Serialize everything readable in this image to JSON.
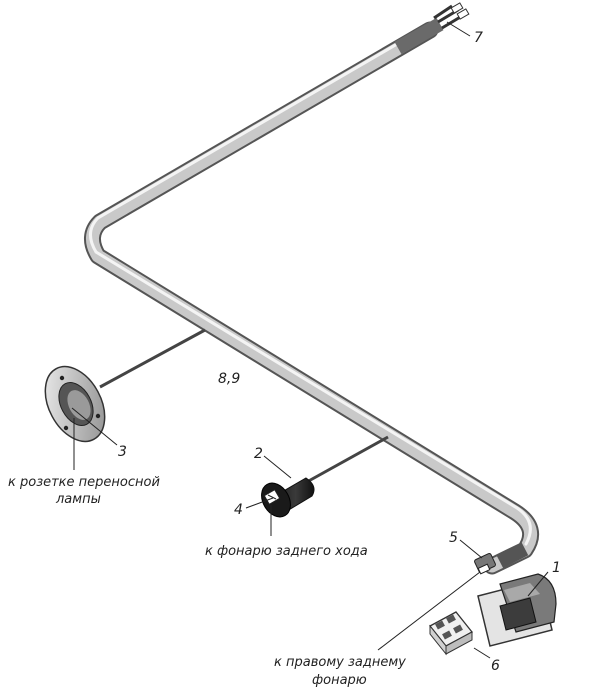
{
  "callouts": {
    "n1": "1",
    "n2": "2",
    "n3": "3",
    "n4": "4",
    "n5": "5",
    "n6": "6",
    "n7": "7",
    "n89": "8,9"
  },
  "labels": {
    "lamp_socket_line1": "к розетке переносной",
    "lamp_socket_line2": "лампы",
    "reverse_light": "к фонарю заднего хода",
    "right_rear_line1": "к правому заднему",
    "right_rear_line2": "фонарю"
  }
}
